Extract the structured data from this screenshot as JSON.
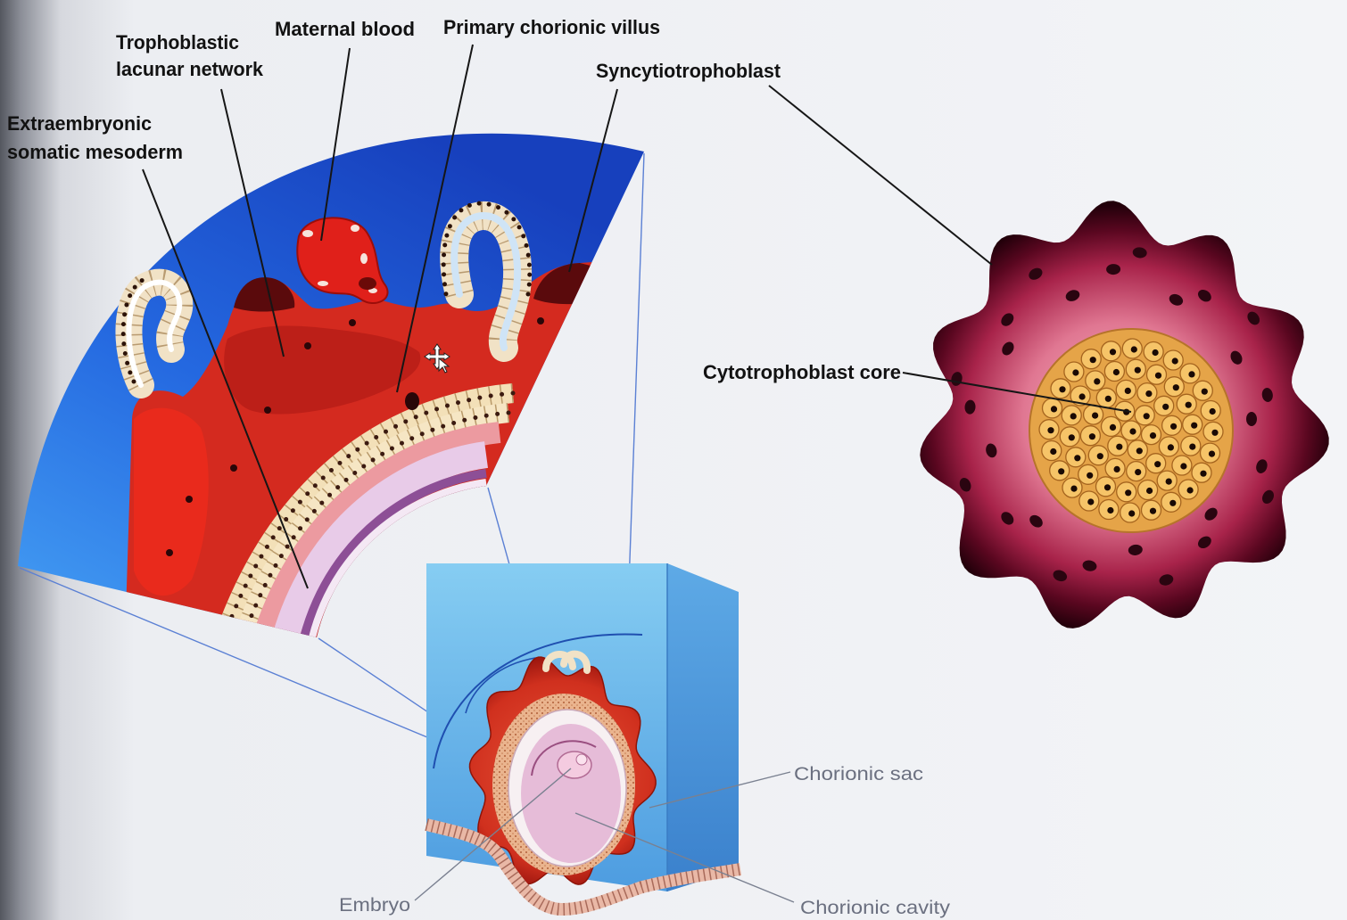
{
  "figure": {
    "labels": {
      "trophoblastic_lacunar_network": [
        "Trophoblastic",
        "lacunar network"
      ],
      "maternal_blood": "Maternal blood",
      "primary_chorionic_villus": "Primary chorionic villus",
      "syncytiotrophoblast": "Syncytiotrophoblast",
      "extraembryonic_somatic_mesoderm": [
        "Extraembryonic",
        "somatic mesoderm"
      ],
      "cytotrophoblast_core": "Cytotrophoblast core",
      "chorionic_sac": "Chorionic sac",
      "embryo": "Embryo",
      "chorionic_cavity": "Chorionic cavity"
    }
  },
  "colors": {
    "background": "#eceef2",
    "wedge_blue": "#1f5fe0",
    "tissue_red": "#d42a1f",
    "maternal_blood_red": "#e0201a",
    "villus_pink": "#e07792",
    "core_yellow": "#f2b95a",
    "box_blue": "#5fb4ea",
    "label_dark": "#121212",
    "label_gray": "#6b7080"
  }
}
